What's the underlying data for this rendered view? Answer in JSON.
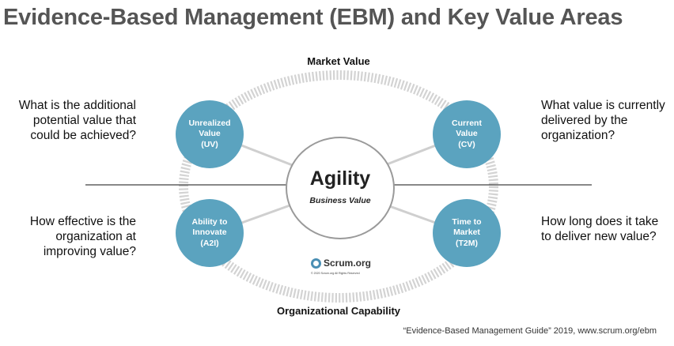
{
  "title": "Evidence-Based Management (EBM) and Key Value Areas",
  "axes": {
    "top": "Market Value",
    "bottom": "Organizational Capability"
  },
  "center": {
    "main": "Agility",
    "sub": "Business Value"
  },
  "nodes": {
    "uv": {
      "line1": "Unrealized",
      "line2": "Value",
      "line3": "(UV)"
    },
    "cv": {
      "line1": "Current",
      "line2": "Value",
      "line3": "(CV)"
    },
    "a2i": {
      "line1": "Ability to",
      "line2": "Innovate",
      "line3": "(A2I)"
    },
    "t2m": {
      "line1": "Time to",
      "line2": "Market",
      "line3": "(T2M)"
    }
  },
  "questions": {
    "uv": {
      "line1": "What is the additional",
      "line2": "potential value that",
      "line3": "could be achieved?"
    },
    "cv": {
      "line1": "What value is currently",
      "line2": "delivered by the",
      "line3": "organization?"
    },
    "a2i": {
      "line1": "How effective is the",
      "line2": "organization at",
      "line3": "improving value?"
    },
    "t2m": {
      "line1": "How long does it take",
      "line2": "to deliver new value?"
    }
  },
  "logo": {
    "name": "Scrum.org",
    "copyright": "© 2020 Scrum.org All Rights Reserved"
  },
  "citation": "“Evidence-Based Management Guide” 2019, www.scrum.org/ebm",
  "colors": {
    "node": "#5ba3bf",
    "ring": "#d6d6d6",
    "title": "#555555"
  }
}
